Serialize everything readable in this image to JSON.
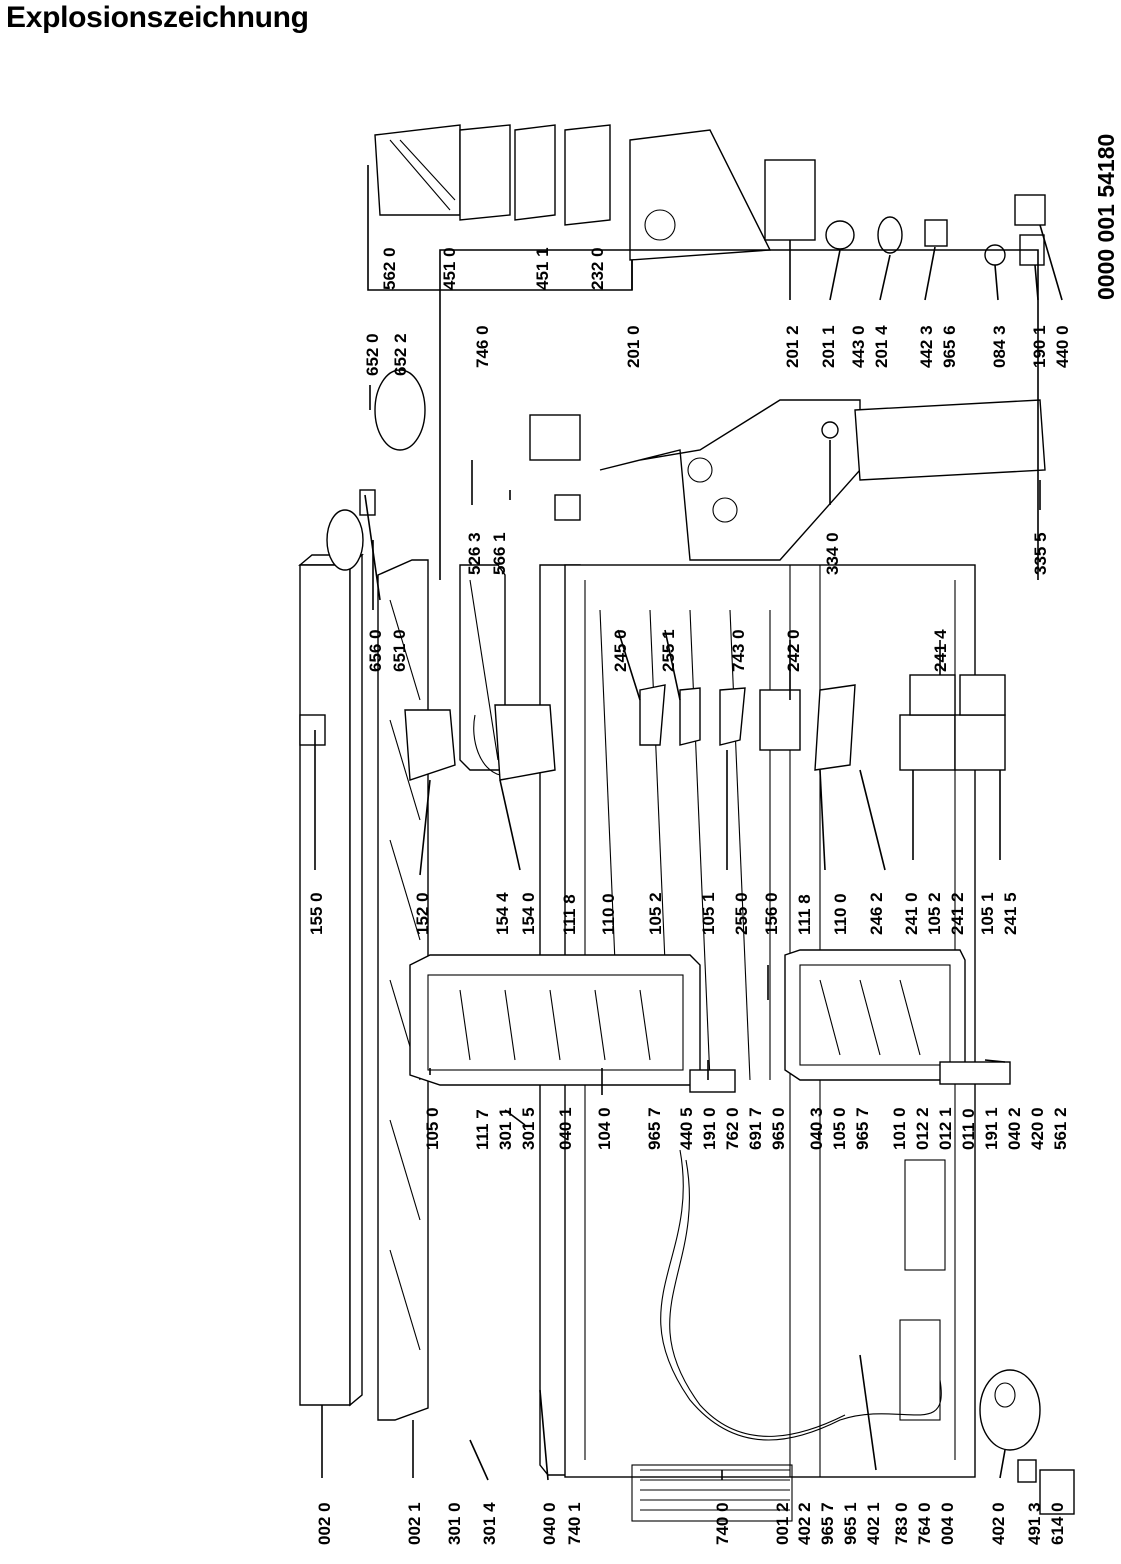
{
  "title": "Explosionszeichnung",
  "document_number": "0000 001 54180",
  "labels": {
    "row1": [
      "002 0",
      "002 1",
      "301 0",
      "301 4",
      "040 0",
      "740 1",
      "740 0",
      "001 2",
      "402 2",
      "965 7",
      "965 1",
      "402 1",
      "783 0",
      "764 0",
      "004 0",
      "402 0",
      "491 3",
      "614 0"
    ],
    "row2": [
      "105 0",
      "111 7",
      "301 1",
      "301 5",
      "040 1",
      "104 0",
      "965 7",
      "440 5",
      "191 0",
      "762 0",
      "691 7",
      "965 0",
      "040 3",
      "105 0",
      "965 7",
      "101 0",
      "012 2",
      "012 1",
      "011 0",
      "191 1",
      "040 2",
      "420 0",
      "561 2"
    ],
    "row3": [
      "155 0",
      "152 0",
      "154 4",
      "154 0",
      "111 8",
      "110 0",
      "105 2",
      "105 1",
      "255 0",
      "156 0",
      "111 8",
      "110 0",
      "246 2",
      "241 0",
      "105 2",
      "241 2",
      "105 1",
      "241 5"
    ],
    "row4": [
      "656 0",
      "651 0",
      "245 0",
      "255 1",
      "743 0",
      "242 0",
      "241 4"
    ],
    "row4_top": [
      "652 0",
      "652 2"
    ],
    "row5": [
      "526 3",
      "566 1",
      "334 0",
      "335 5"
    ],
    "row6": [
      "746 0",
      "201 0",
      "201 2",
      "201 1",
      "443 0",
      "201 4",
      "442 3",
      "965 6",
      "084 3",
      "190 1",
      "440 0"
    ],
    "row6_group": [
      "562 0",
      "451 0",
      "451 1",
      "232 0"
    ]
  }
}
